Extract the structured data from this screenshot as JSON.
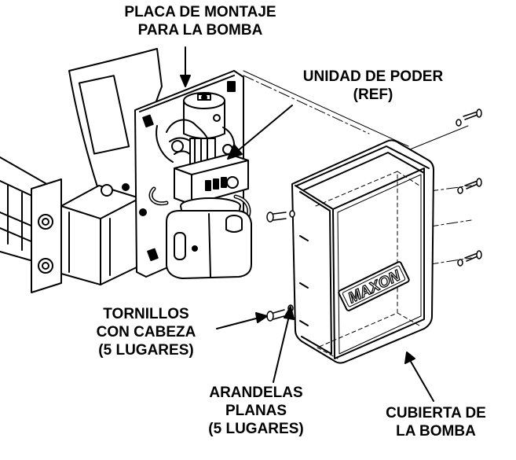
{
  "labels": {
    "mounting_plate": [
      "PLACA DE MONTAJE",
      "PARA LA BOMBA"
    ],
    "power_unit": [
      "UNIDAD DE PODER",
      "(REF)"
    ],
    "cap_screws": [
      "TORNILLOS",
      "CON CABEZA",
      "(5 LUGARES)"
    ],
    "flat_washers": [
      "ARANDELAS",
      "PLANAS",
      "(5 LUGARES)"
    ],
    "pump_cover": [
      "CUBIERTA DE",
      "LA BOMBA"
    ]
  },
  "logo_text": "MAXON",
  "colors": {
    "line": "#000000",
    "fill": "#ffffff",
    "shade": "#e6e6e6"
  }
}
